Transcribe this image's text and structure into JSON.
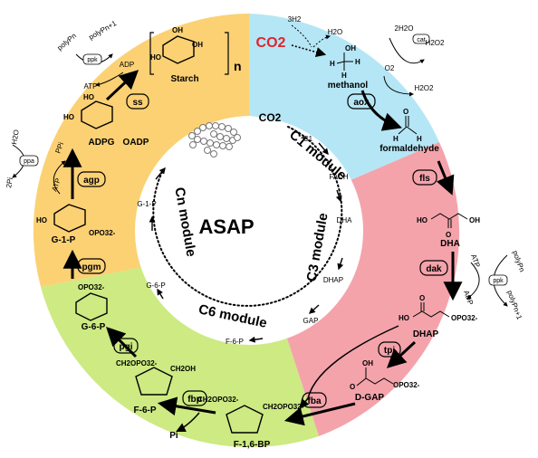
{
  "center": {
    "title": "ASAP"
  },
  "colors": {
    "c1": "#b5e6f5",
    "c3": "#f4a3ab",
    "c6": "#cdea83",
    "cn": "#fbd174",
    "co2_red": "#e0242c"
  },
  "inner_cycle": {
    "modules": [
      "C1 module",
      "C3 module",
      "C6 module",
      "Cn module"
    ],
    "nodes": [
      "CO2",
      "C1",
      "FADH",
      "DHA",
      "DHAP",
      "GAP",
      "F-6-P",
      "G-6-P",
      "G-1-P"
    ]
  },
  "c1_sector": {
    "co2": "CO2",
    "h2_in": "3H2",
    "h2o_out": "H2O",
    "methanol": "methanol",
    "enzyme": "aox",
    "o2": "O2",
    "h2o2": "H2O2",
    "cat_in": "2H2O",
    "cat_enzyme": "cat",
    "cat_out": "H2O2",
    "formaldehyde": "formaldehyde"
  },
  "c3_sector": {
    "fls": "fls",
    "dha": "DHA",
    "dak": "dak",
    "atp": "ATP",
    "adp": "ADP",
    "polyp_n": "polyPn",
    "polyp_n1": "polyPn+1",
    "ppk": "ppk",
    "dhap": "DHAP",
    "tpi": "tpi",
    "dgap": "D-GAP",
    "opo3": "OPO32-"
  },
  "c6_sector": {
    "fba": "fba",
    "f16bp": "F-1,6-BP",
    "fbp": "fbp",
    "pi": "Pi",
    "f6p": "F-6-P",
    "pgi": "pgi",
    "g6p": "G-6-P",
    "ch2opo3": "CH2OPO32-",
    "ch2oh": "CH2OH"
  },
  "cn_sector": {
    "pgm": "pgm",
    "g1p": "G-1-P",
    "agp": "agp",
    "atp": "ATP",
    "ppi": "PPi",
    "ppa": "ppa",
    "h2o": "H2O",
    "two_pi": "2Pi",
    "adpg": "ADPG",
    "oadp": "OADP",
    "ss": "ss",
    "adp": "ADP",
    "atp2": "ATP",
    "ppk": "ppk",
    "polyp_n": "polyPn",
    "polyp_n1": "polyPn+1",
    "starch": "Starch",
    "n": "n"
  }
}
